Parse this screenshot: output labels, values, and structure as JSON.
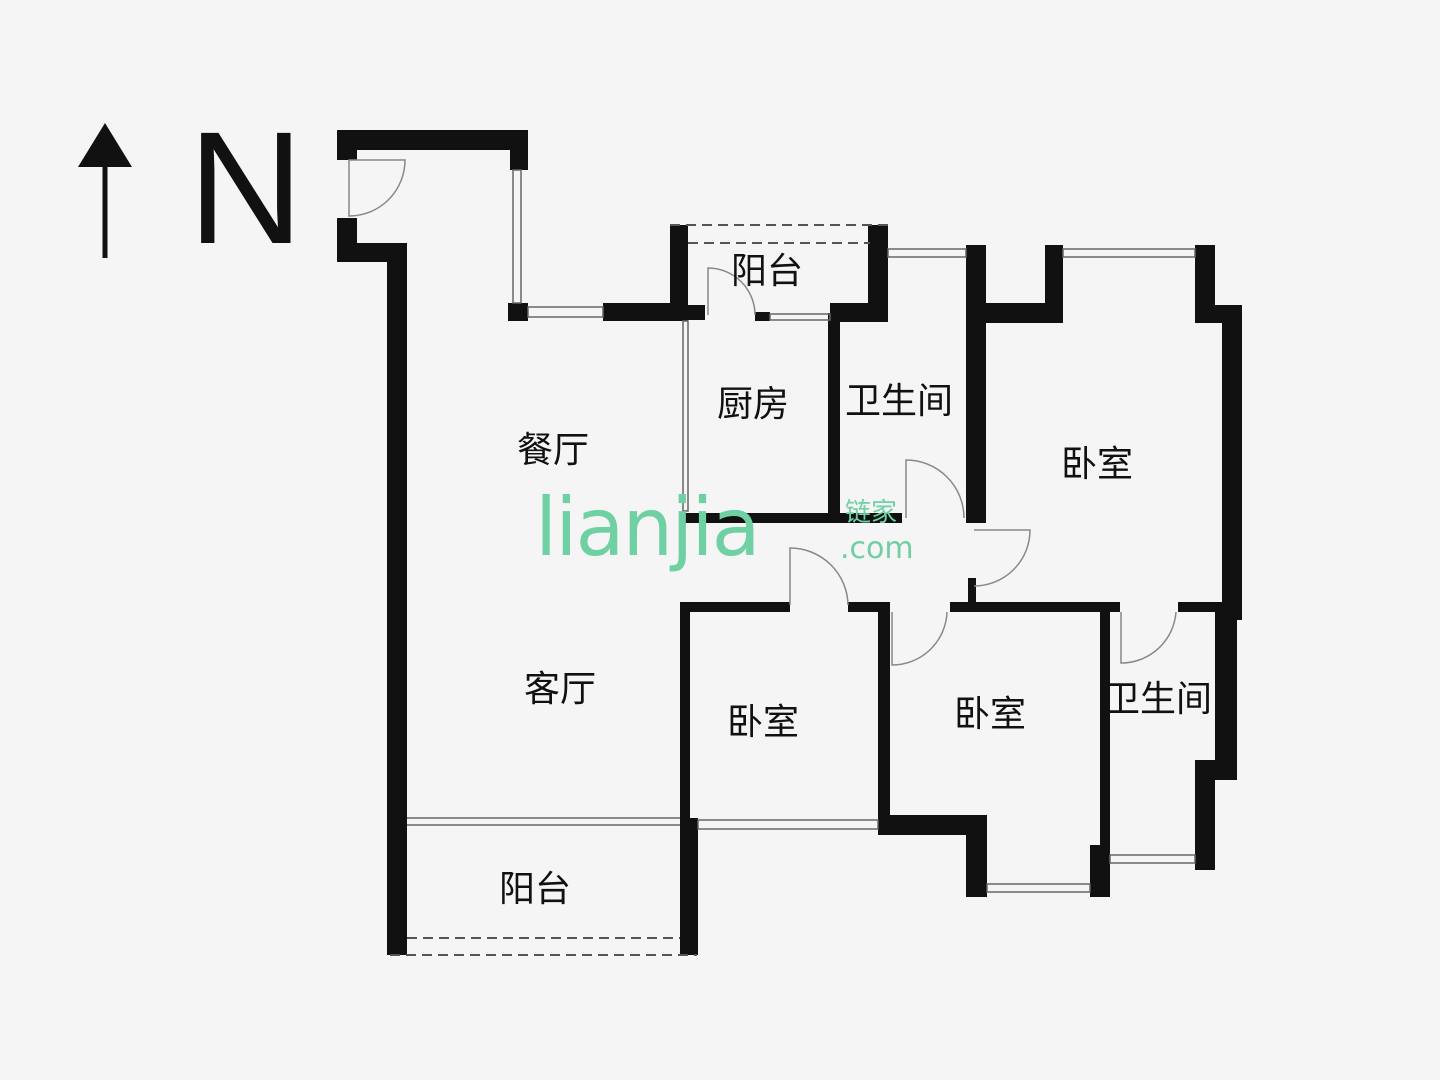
{
  "compass": {
    "label": "N"
  },
  "rooms": [
    {
      "name": "balcony-north",
      "label": "阳台"
    },
    {
      "name": "kitchen",
      "label": "厨房"
    },
    {
      "name": "bathroom-north",
      "label": "卫生间"
    },
    {
      "name": "master-bedroom",
      "label": "卧室"
    },
    {
      "name": "dining-room",
      "label": "餐厅"
    },
    {
      "name": "living-room",
      "label": "客厅"
    },
    {
      "name": "bedroom-south-west",
      "label": "卧室"
    },
    {
      "name": "bedroom-south",
      "label": "卧室"
    },
    {
      "name": "bathroom-south",
      "label": "卫生间"
    },
    {
      "name": "balcony-south",
      "label": "阳台"
    }
  ],
  "watermark": {
    "brand": "lianjia",
    "brand_cn": "链家",
    "domain": ".com"
  },
  "colors": {
    "wall": "#111111",
    "background": "#f5f5f5",
    "watermark": "#6fd0a3"
  }
}
